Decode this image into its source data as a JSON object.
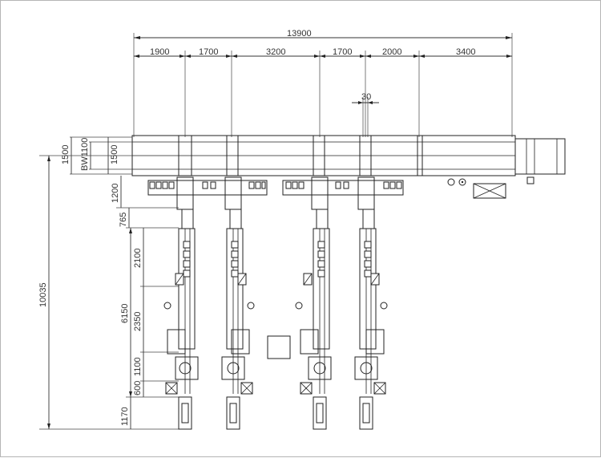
{
  "dimensions": {
    "overall_width": "13900",
    "segments": [
      "1900",
      "1700",
      "3200",
      "1700",
      "2000",
      "3400"
    ],
    "gap": "30",
    "conveyor_left": [
      "1500",
      "BW1100",
      "1500"
    ],
    "left_stack": [
      "1200",
      "765",
      "2100",
      "2350",
      "1100",
      "600",
      "1170"
    ],
    "mid_total": "6150",
    "overall_height": "10035"
  }
}
